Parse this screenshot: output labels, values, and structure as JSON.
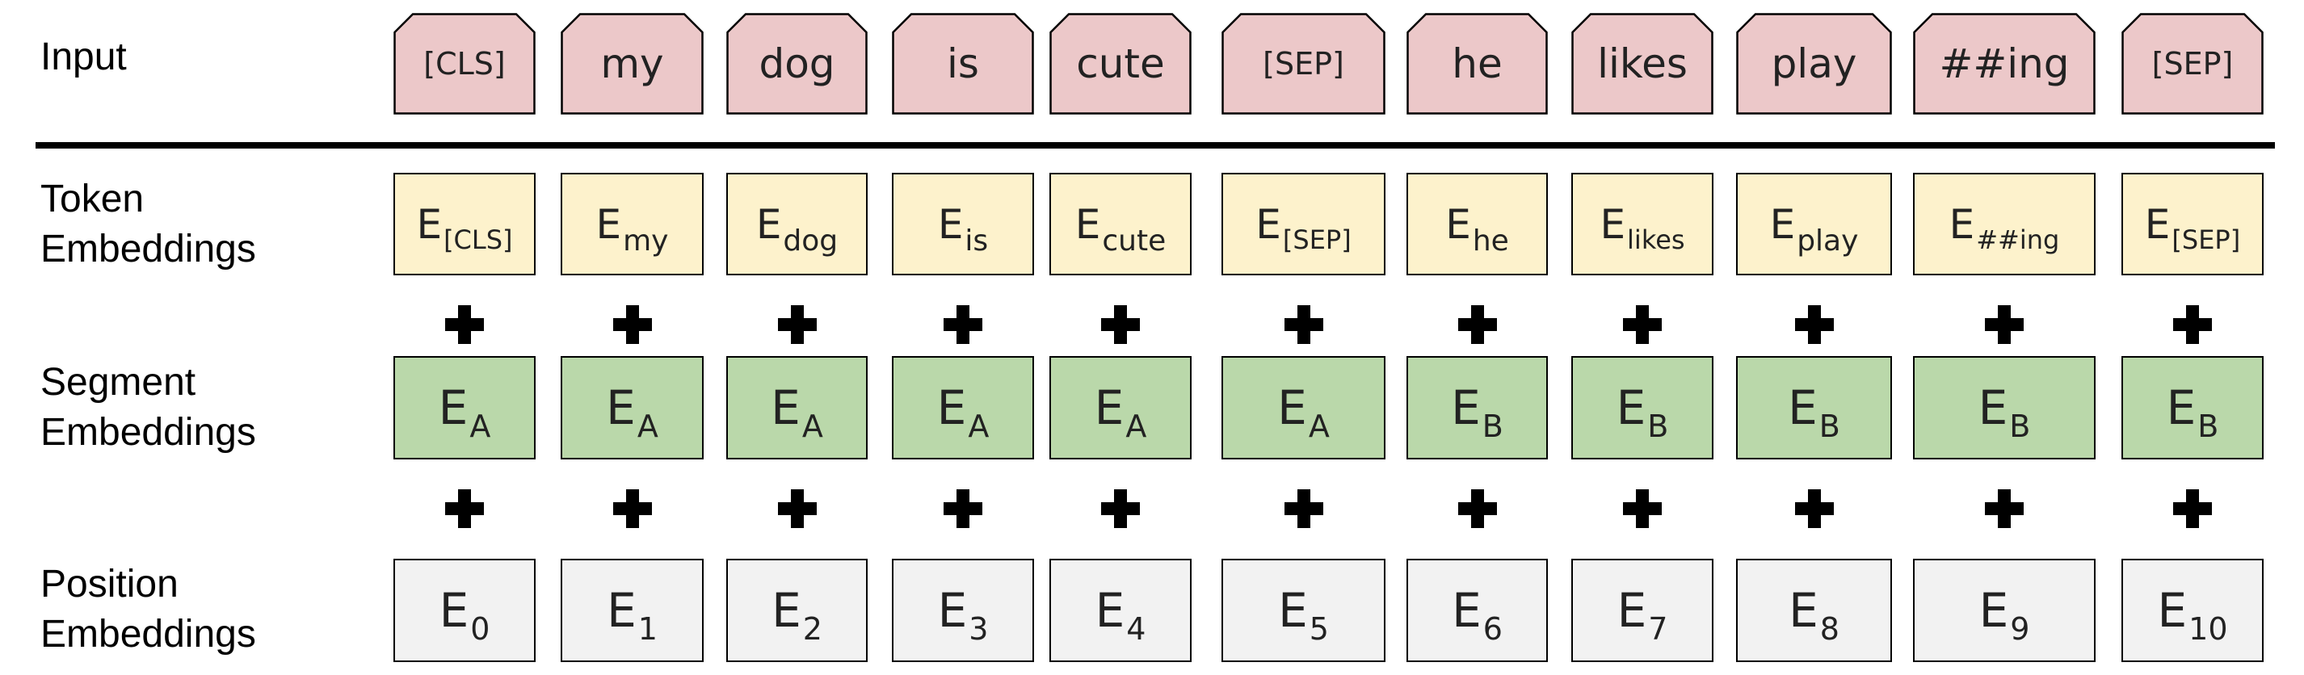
{
  "rows": {
    "input": "Input",
    "token": "Token\nEmbeddings",
    "segment": "Segment\nEmbeddings",
    "position": "Position\nEmbeddings"
  },
  "tokens": [
    "[CLS]",
    "my",
    "dog",
    "is",
    "cute",
    "[SEP]",
    "he",
    "likes",
    "play",
    "##ing",
    "[SEP]"
  ],
  "token_embeddings": [
    {
      "base": "E",
      "sub": "[CLS]"
    },
    {
      "base": "E",
      "sub": "my"
    },
    {
      "base": "E",
      "sub": "dog"
    },
    {
      "base": "E",
      "sub": "is"
    },
    {
      "base": "E",
      "sub": "cute"
    },
    {
      "base": "E",
      "sub": "[SEP]"
    },
    {
      "base": "E",
      "sub": "he"
    },
    {
      "base": "E",
      "sub": "likes"
    },
    {
      "base": "E",
      "sub": "play"
    },
    {
      "base": "E",
      "sub": "##ing"
    },
    {
      "base": "E",
      "sub": "[SEP]"
    }
  ],
  "segment_embeddings": [
    {
      "base": "E",
      "sub": "A"
    },
    {
      "base": "E",
      "sub": "A"
    },
    {
      "base": "E",
      "sub": "A"
    },
    {
      "base": "E",
      "sub": "A"
    },
    {
      "base": "E",
      "sub": "A"
    },
    {
      "base": "E",
      "sub": "A"
    },
    {
      "base": "E",
      "sub": "B"
    },
    {
      "base": "E",
      "sub": "B"
    },
    {
      "base": "E",
      "sub": "B"
    },
    {
      "base": "E",
      "sub": "B"
    },
    {
      "base": "E",
      "sub": "B"
    }
  ],
  "position_embeddings": [
    {
      "base": "E",
      "sub": "0"
    },
    {
      "base": "E",
      "sub": "1"
    },
    {
      "base": "E",
      "sub": "2"
    },
    {
      "base": "E",
      "sub": "3"
    },
    {
      "base": "E",
      "sub": "4"
    },
    {
      "base": "E",
      "sub": "5"
    },
    {
      "base": "E",
      "sub": "6"
    },
    {
      "base": "E",
      "sub": "7"
    },
    {
      "base": "E",
      "sub": "8"
    },
    {
      "base": "E",
      "sub": "9"
    },
    {
      "base": "E",
      "sub": "10"
    }
  ],
  "colors": {
    "input_fill": "#ecc8c9",
    "token_fill": "#fdf2cc",
    "segment_fill": "#bad8aa",
    "position_fill": "#f2f2f2",
    "border": "#000000",
    "plus": "#000000"
  },
  "icons": {
    "plus": "plus-icon"
  }
}
